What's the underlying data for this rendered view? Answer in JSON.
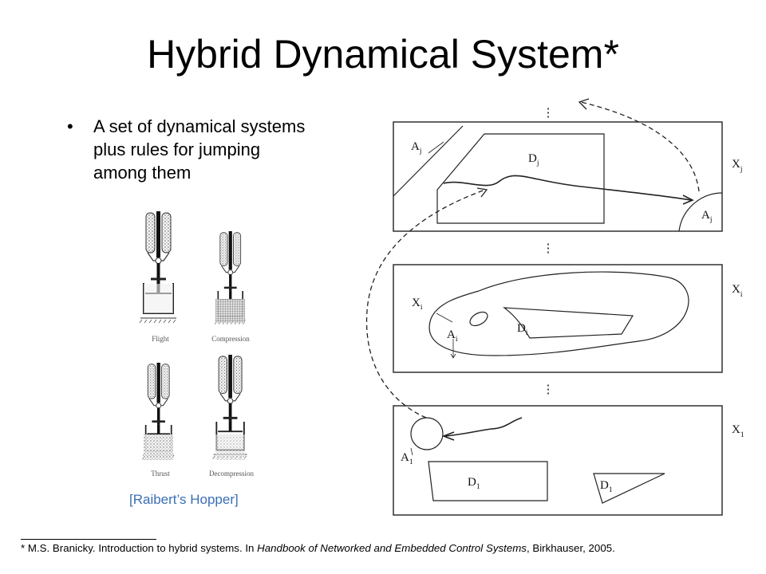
{
  "slide": {
    "title": "Hybrid Dynamical System*",
    "bullet": {
      "marker": "•",
      "text": "A set of dynamical systems plus rules for jumping among them"
    },
    "hopper_caption": "[Raibert’s Hopper]",
    "footnote": {
      "marker": "*",
      "authors": "M.S.  Branicky.",
      "title": "Introduction to hybrid systems. In",
      "venue": "Handbook of Networked and Embedded Control Systems",
      "rest": ", Birkhauser, 2005."
    }
  },
  "hopper": {
    "phases": [
      "Flight",
      "Compression",
      "Thrust",
      "Decompression"
    ]
  },
  "diagram": {
    "ellipsis": "⋮",
    "panels": [
      {
        "state_label": "X",
        "state_sub": "j",
        "labels": [
          {
            "name": "A",
            "sub": "j",
            "role": "guard-upper-left"
          },
          {
            "name": "D",
            "sub": "j",
            "role": "domain"
          },
          {
            "name": "A",
            "sub": "j",
            "role": "guard-right"
          }
        ]
      },
      {
        "state_label": "X",
        "state_sub": "i",
        "labels": [
          {
            "name": "X",
            "sub": "i",
            "role": "state-space"
          },
          {
            "name": "A",
            "sub": "i",
            "role": "guard"
          },
          {
            "name": "D",
            "sub": "i",
            "role": "domain"
          }
        ]
      },
      {
        "state_label": "X",
        "state_sub": "1",
        "labels": [
          {
            "name": "A",
            "sub": "1",
            "role": "guard"
          },
          {
            "name": "D",
            "sub": "1",
            "role": "domain-left"
          },
          {
            "name": "D",
            "sub": "1",
            "role": "domain-right"
          }
        ]
      }
    ]
  }
}
